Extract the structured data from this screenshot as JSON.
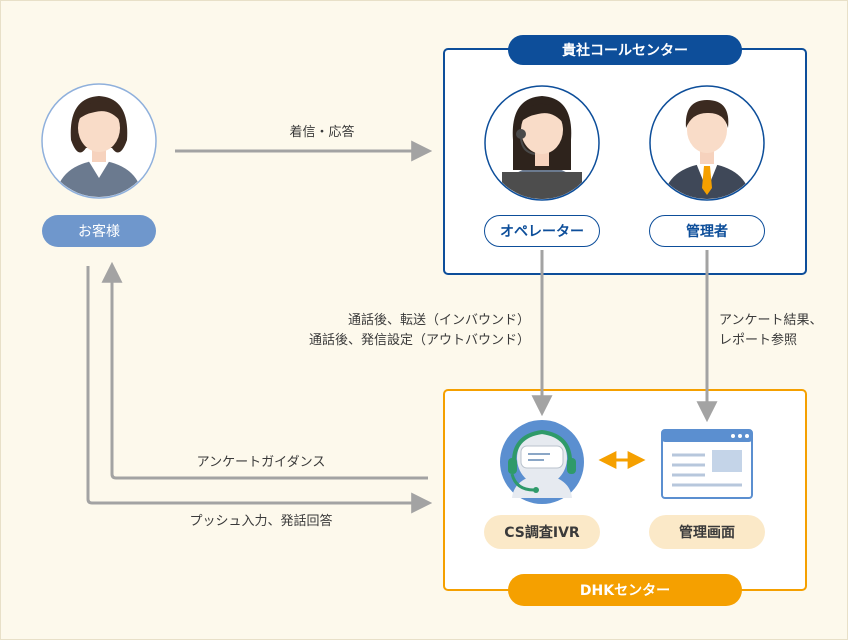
{
  "customer": {
    "label": "お客様"
  },
  "call_center": {
    "title": "貴社コールセンター",
    "operator_label": "オペレーター",
    "manager_label": "管理者"
  },
  "dhk_center": {
    "title": "DHKセンター",
    "ivr_label": "CS調査IVR",
    "admin_screen_label": "管理画面"
  },
  "arrows": {
    "incoming_call": "着信・応答",
    "transfer_line1": "通話後、転送（インバウンド）",
    "transfer_line2": "通話後、発信設定（アウトバウンド）",
    "survey_result_line1": "アンケート結果、",
    "survey_result_line2": "レポート参照",
    "survey_guidance": "アンケートガイダンス",
    "push_input": "プッシュ入力、発話回答"
  },
  "colors": {
    "background": "#fdf9ec",
    "navy": "#0d4e9a",
    "light_blue": "#6f97cc",
    "orange": "#f5a000",
    "cream": "#fbe9c8",
    "arrow_gray": "#a3a3a3"
  }
}
